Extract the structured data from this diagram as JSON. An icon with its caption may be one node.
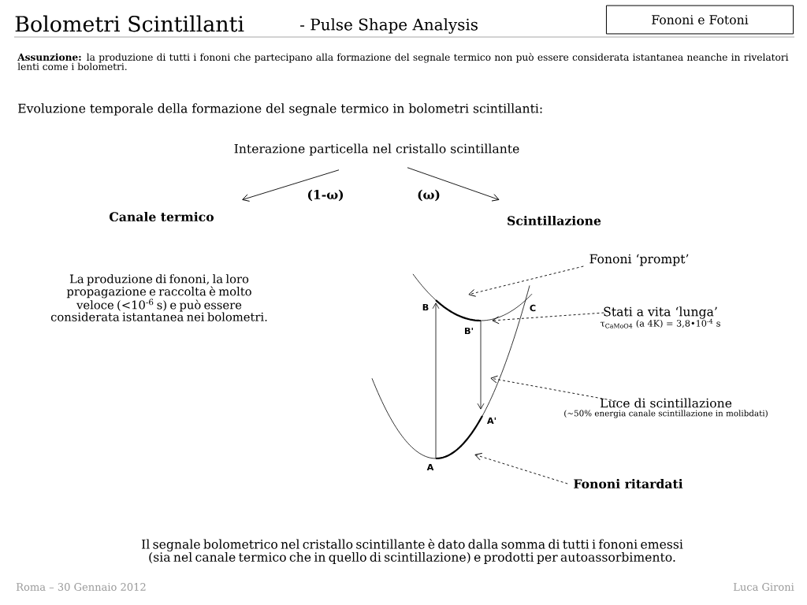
{
  "diagram": {
    "title": "Bolometri Scintillanti",
    "nodes": [
      {
        "text": [
          "Fononi e Fotoni"
        ]
      },
      {
        "text": [
          "Interazione particella nel cristallo scintillante"
        ]
      },
      {
        "text": [
          "Canale termico"
        ]
      },
      {
        "text": [
          "Scintillazione"
        ]
      },
      {
        "text": [
          "Fononi ‘prompt’"
        ]
      },
      {
        "text": [
          "Stati a vita ‘lunga’",
          "τ$_{CaMoO4}$ (a 4K) = 3,8•10$^{-4}$ s"
        ]
      },
      {
        "text": [
          "Luce di scintillazione",
          "(~50% energia canale scintillazione in molibdati)"
        ]
      },
      {
        "text": [
          "Fononi ritardati"
        ]
      }
    ],
    "edges": [
      {
        "from": 1,
        "to": 2,
        "arrow": "to",
        "label": "(1-ω)"
      },
      {
        "from": 1,
        "to": 3,
        "arrow": "to",
        "label": "(ω)"
      },
      {
        "from": 4,
        "to": null,
        "arrow": "to",
        "style": "dashed"
      },
      {
        "from": 5,
        "to": null,
        "arrow": "to",
        "style": "dashed"
      },
      {
        "from": 6,
        "to": null,
        "arrow": "to",
        "style": "dashed"
      },
      {
        "from": 7,
        "to": null,
        "arrow": "to",
        "style": "dashed"
      }
    ],
    "labels": [
      "- Pulse Shape Analysis",
      "**Assunzione:** la produzione di tutti i fononi che partecipano alla formazione del segnale termico non può essere considerata istantanea neanche in rivelatori lenti come i bolometri.",
      "Evoluzione temporale della formazione del segnale termico in bolometri scintillanti:",
      "La produzione di fononi, la loro propagazione e raccolta è molto veloce (<10$^{-6}$ s) e può essere considerata istantanea nei bolometri.",
      "B",
      "C",
      "B'",
      "A'",
      "A",
      "Il segnale bolometrico nel cristallo scintillante è dato dalla somma di tutti i fononi emessi (sia nel canale termico che in quello di scintillazione) e prodotti per autoassorbimento.",
      "Roma – 30 Gennaio 2012",
      "Luca Gironi"
    ]
  }
}
